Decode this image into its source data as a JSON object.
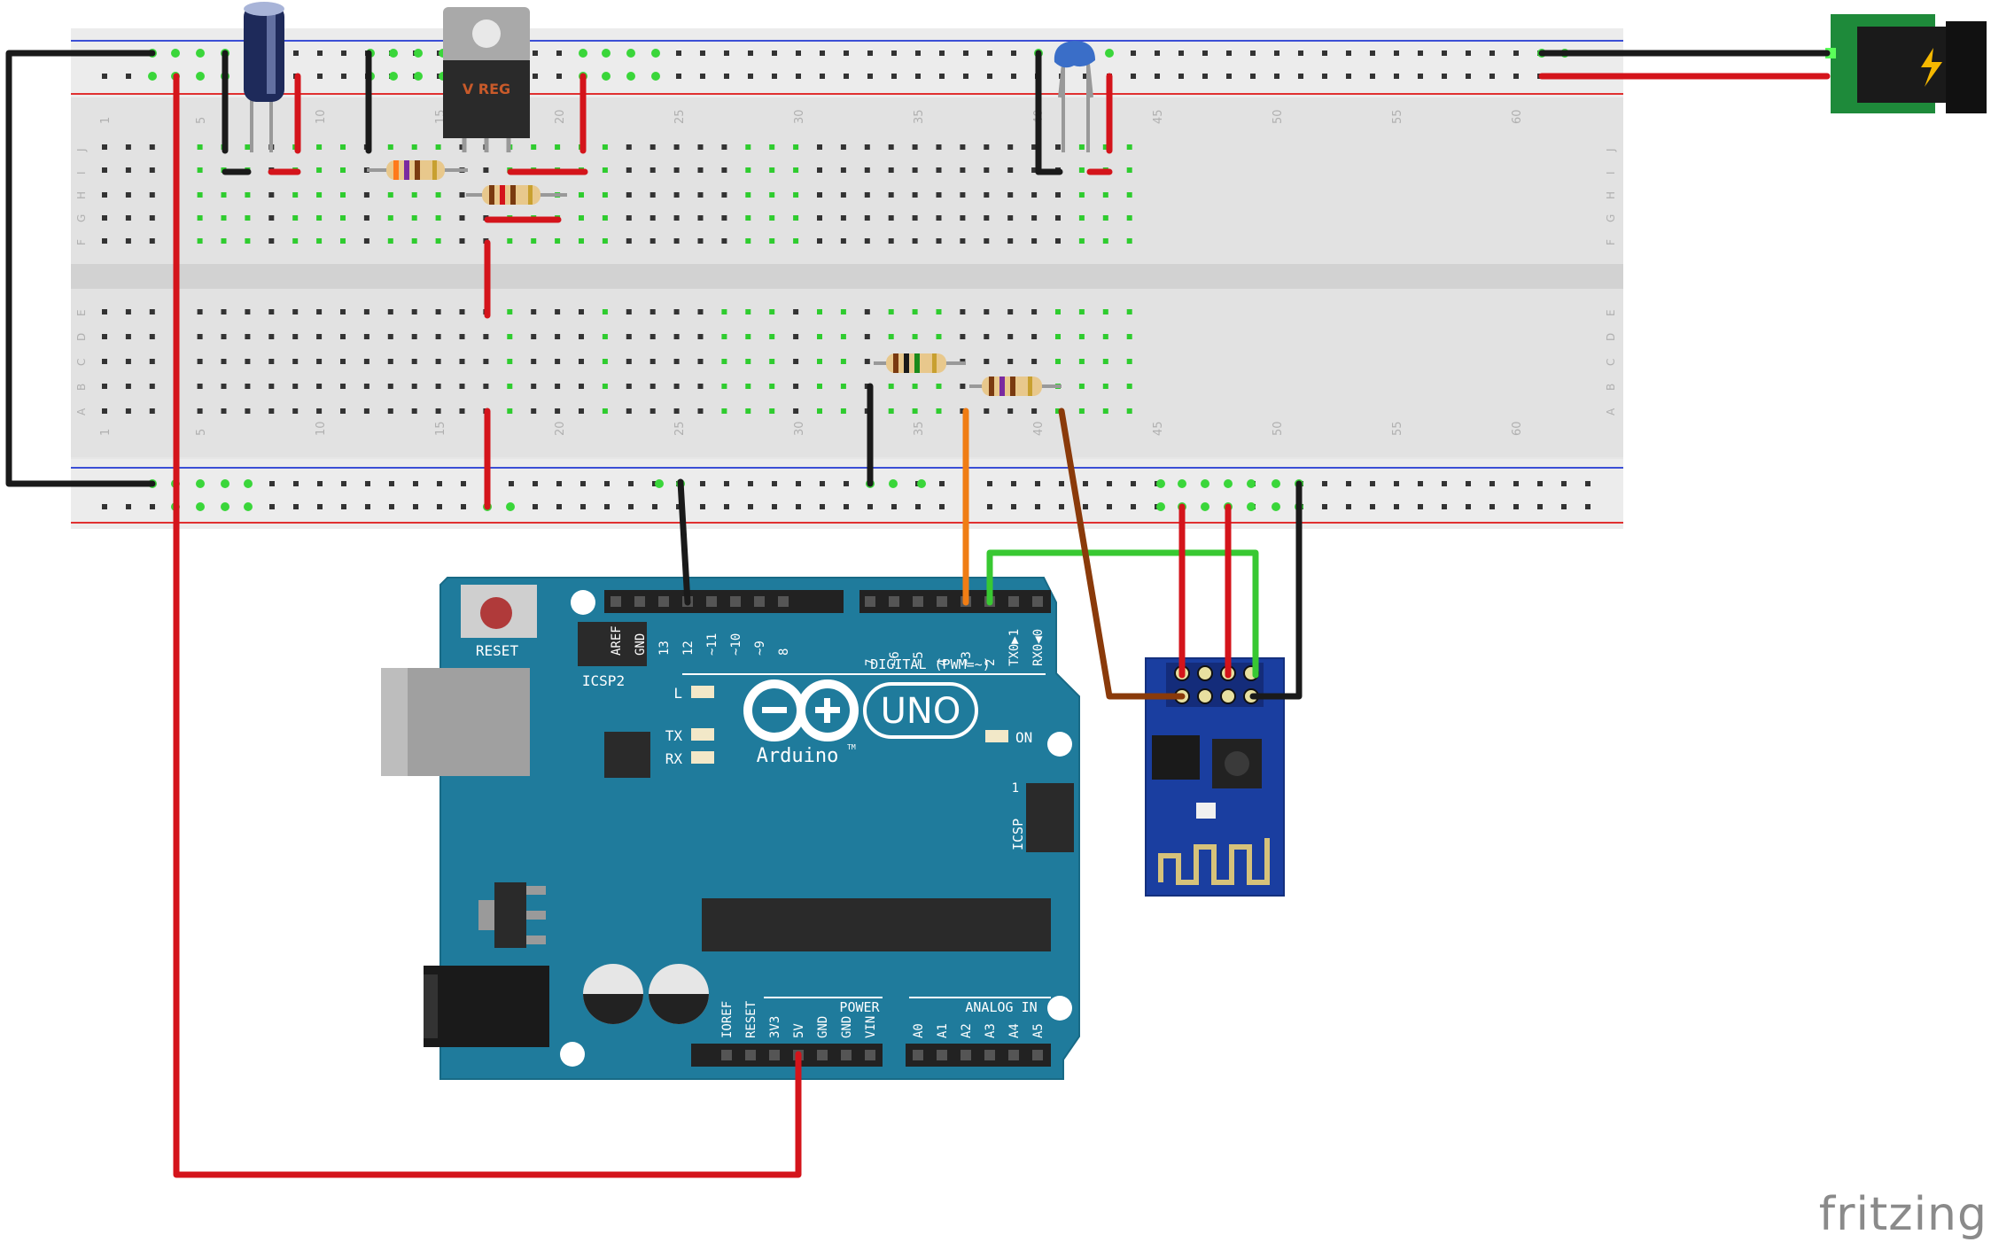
{
  "watermark": "fritzing",
  "breadboard": {
    "column_numbers": [
      "1",
      "5",
      "10",
      "15",
      "20",
      "25",
      "30",
      "35",
      "40",
      "45",
      "50",
      "55",
      "60"
    ],
    "row_letters_top": [
      "J",
      "I",
      "H",
      "G",
      "F"
    ],
    "row_letters_bottom": [
      "E",
      "D",
      "C",
      "B",
      "A"
    ]
  },
  "regulator": {
    "label": "V REG"
  },
  "arduino": {
    "reset_label": "RESET",
    "icsp2_label": "ICSP2",
    "icsp_label": "ICSP",
    "icsp_pin1": "1",
    "logo_text": "Arduino",
    "tm": "TM",
    "uno_label": "UNO",
    "digital_label": "DIGITAL (PWM=~)",
    "power_label": "POWER",
    "analog_label": "ANALOG IN",
    "led_l": "L",
    "led_tx": "TX",
    "led_rx": "RX",
    "led_on": "ON",
    "digital_pins_left": [
      "AREF",
      "GND",
      "13",
      "12",
      "~11",
      "~10",
      "~9",
      "8"
    ],
    "digital_pins_right": [
      "7",
      "~6",
      "~5",
      "4",
      "~3",
      "2",
      "TX0▶1",
      "RX0◀0"
    ],
    "power_pins": [
      "IOREF",
      "RESET",
      "3V3",
      "5V",
      "GND",
      "GND",
      "VIN"
    ],
    "analog_pins": [
      "A0",
      "A1",
      "A2",
      "A3",
      "A4",
      "A5"
    ]
  },
  "colors": {
    "wire_red": "#d4141b",
    "wire_black": "#1a1a1a",
    "wire_green": "#38c832",
    "wire_orange": "#f07d14",
    "wire_brown": "#8a3a0a",
    "arduino_blue": "#1f7b9c",
    "esp_blue": "#1a3ea0",
    "breadboard": "#e4e4e4",
    "hole_active": "#3ad63a"
  }
}
